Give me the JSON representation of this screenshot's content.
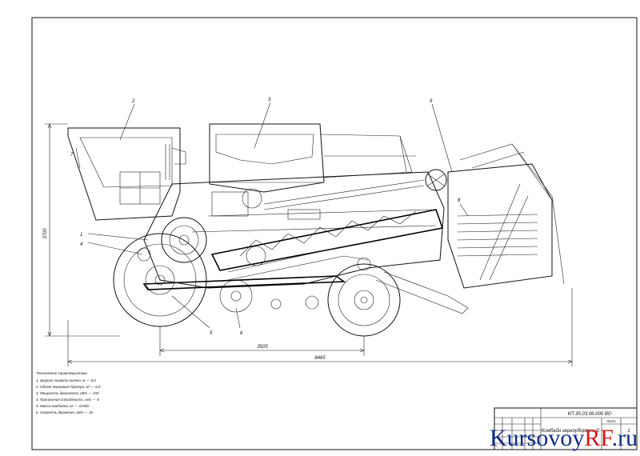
{
  "drawing": {
    "callouts": [
      "2",
      "3",
      "9",
      "1",
      "4",
      "5",
      "6",
      "7",
      "8"
    ],
    "dimensions": {
      "height": "3700",
      "wheelbase": "3505",
      "overall_length": "8465"
    }
  },
  "notes": {
    "title": "Технические характеристики",
    "items": [
      "1. Ширина захвата жатки, м — 6,0",
      "2. Объём зернового бункера, м³ — 6,0",
      "3. Мощность двигателя, кВт — 155",
      "4. Пропускная способность, кг/с — 8",
      "5. Масса комбайна, кг — 11500",
      "6. Скорость движения, км/ч — 20"
    ]
  },
  "title_block": {
    "doc_code": "КП 35.03.06.000 ВО",
    "drawing_name": "Комбайн зерноуборочный",
    "sheet_label": "Лист",
    "sheet_number": "1"
  },
  "watermark": {
    "part1": "Kursovoy",
    "part2": "RF",
    "part3": ".ru"
  }
}
